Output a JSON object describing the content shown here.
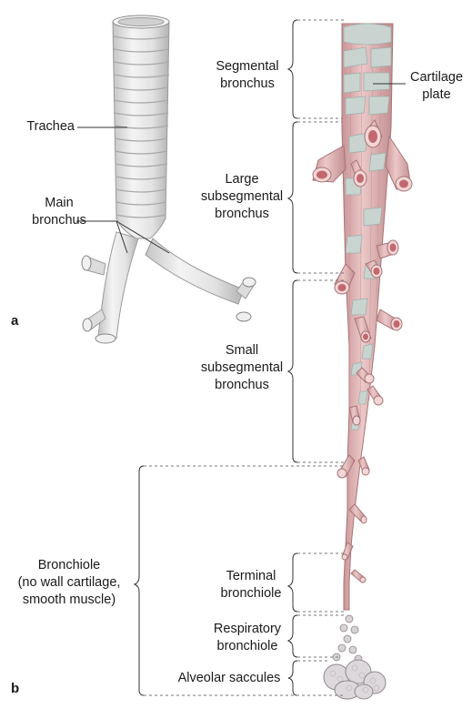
{
  "panels": {
    "a": "a",
    "b": "b"
  },
  "labels": {
    "trachea": "Trachea",
    "main_bronchus": "Main\nbronchus",
    "segmental_bronchus": "Segmental\nbronchus",
    "cartilage_plate": "Cartilage\nplate",
    "large_subsegmental": "Large\nsubsegmental\nbronchus",
    "small_subsegmental": "Small\nsubsegmental\nbronchus",
    "bronchiole": "Bronchiole\n(no wall cartilage,\nsmooth muscle)",
    "terminal_bronchiole": "Terminal\nbronchiole",
    "respiratory_bronchiole": "Respiratory\nbronchiole",
    "alveolar_saccules": "Alveolar saccules"
  },
  "colors": {
    "cartilage": "#c9d4d0",
    "cartilage_dark": "#9fb0ab",
    "tissue": "#d9a7a7",
    "tissue_dark": "#b77f80",
    "lumen": "#c2686f",
    "trachea_fill": "#e6e6e6",
    "trachea_shade": "#b8b8b8"
  }
}
